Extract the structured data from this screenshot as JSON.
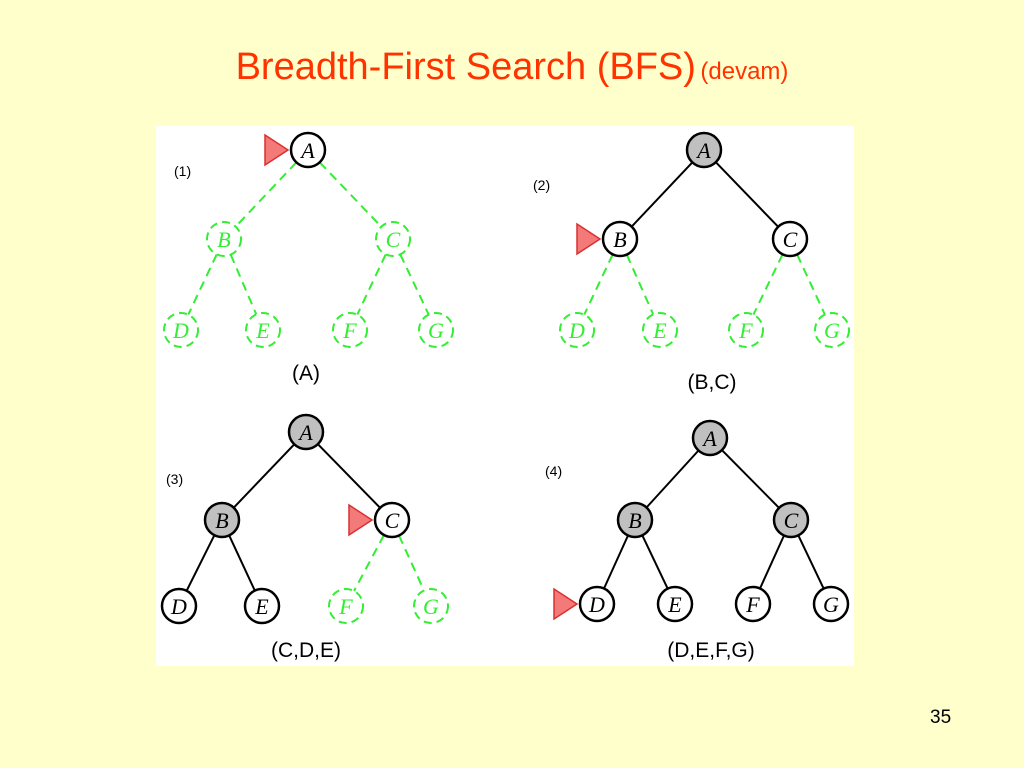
{
  "slide": {
    "title": "Breadth-First Search (BFS)",
    "subtitle": "(devam)",
    "page_number": "35"
  },
  "colors": {
    "background": "#ffffcc",
    "title": "#ff3300",
    "unvisited": "#33ee33",
    "visited_fill": "#c0c0c0",
    "frontier_fill": "#ffffff",
    "marker_fill": "#f47a7a",
    "marker_stroke": "#d93030",
    "edge": "#000000"
  },
  "panels": [
    {
      "step_label": "(1)",
      "queue": "(A)",
      "marker": "A",
      "states": {
        "A": "frontier",
        "B": "unvisited",
        "C": "unvisited",
        "D": "unvisited",
        "E": "unvisited",
        "F": "unvisited",
        "G": "unvisited"
      }
    },
    {
      "step_label": "(2)",
      "queue": "(B,C)",
      "marker": "B",
      "states": {
        "A": "visited",
        "B": "frontier",
        "C": "frontier",
        "D": "unvisited",
        "E": "unvisited",
        "F": "unvisited",
        "G": "unvisited"
      }
    },
    {
      "step_label": "(3)",
      "queue": "(C,D,E)",
      "marker": "C",
      "states": {
        "A": "visited",
        "B": "visited",
        "C": "frontier",
        "D": "frontier",
        "E": "frontier",
        "F": "unvisited",
        "G": "unvisited"
      }
    },
    {
      "step_label": "(4)",
      "queue": "(D,E,F,G)",
      "marker": "D",
      "states": {
        "A": "visited",
        "B": "visited",
        "C": "visited",
        "D": "frontier",
        "E": "frontier",
        "F": "frontier",
        "G": "frontier"
      }
    }
  ],
  "tree": {
    "nodes": [
      "A",
      "B",
      "C",
      "D",
      "E",
      "F",
      "G"
    ],
    "edges": [
      [
        "A",
        "B"
      ],
      [
        "A",
        "C"
      ],
      [
        "B",
        "D"
      ],
      [
        "B",
        "E"
      ],
      [
        "C",
        "F"
      ],
      [
        "C",
        "G"
      ]
    ]
  }
}
